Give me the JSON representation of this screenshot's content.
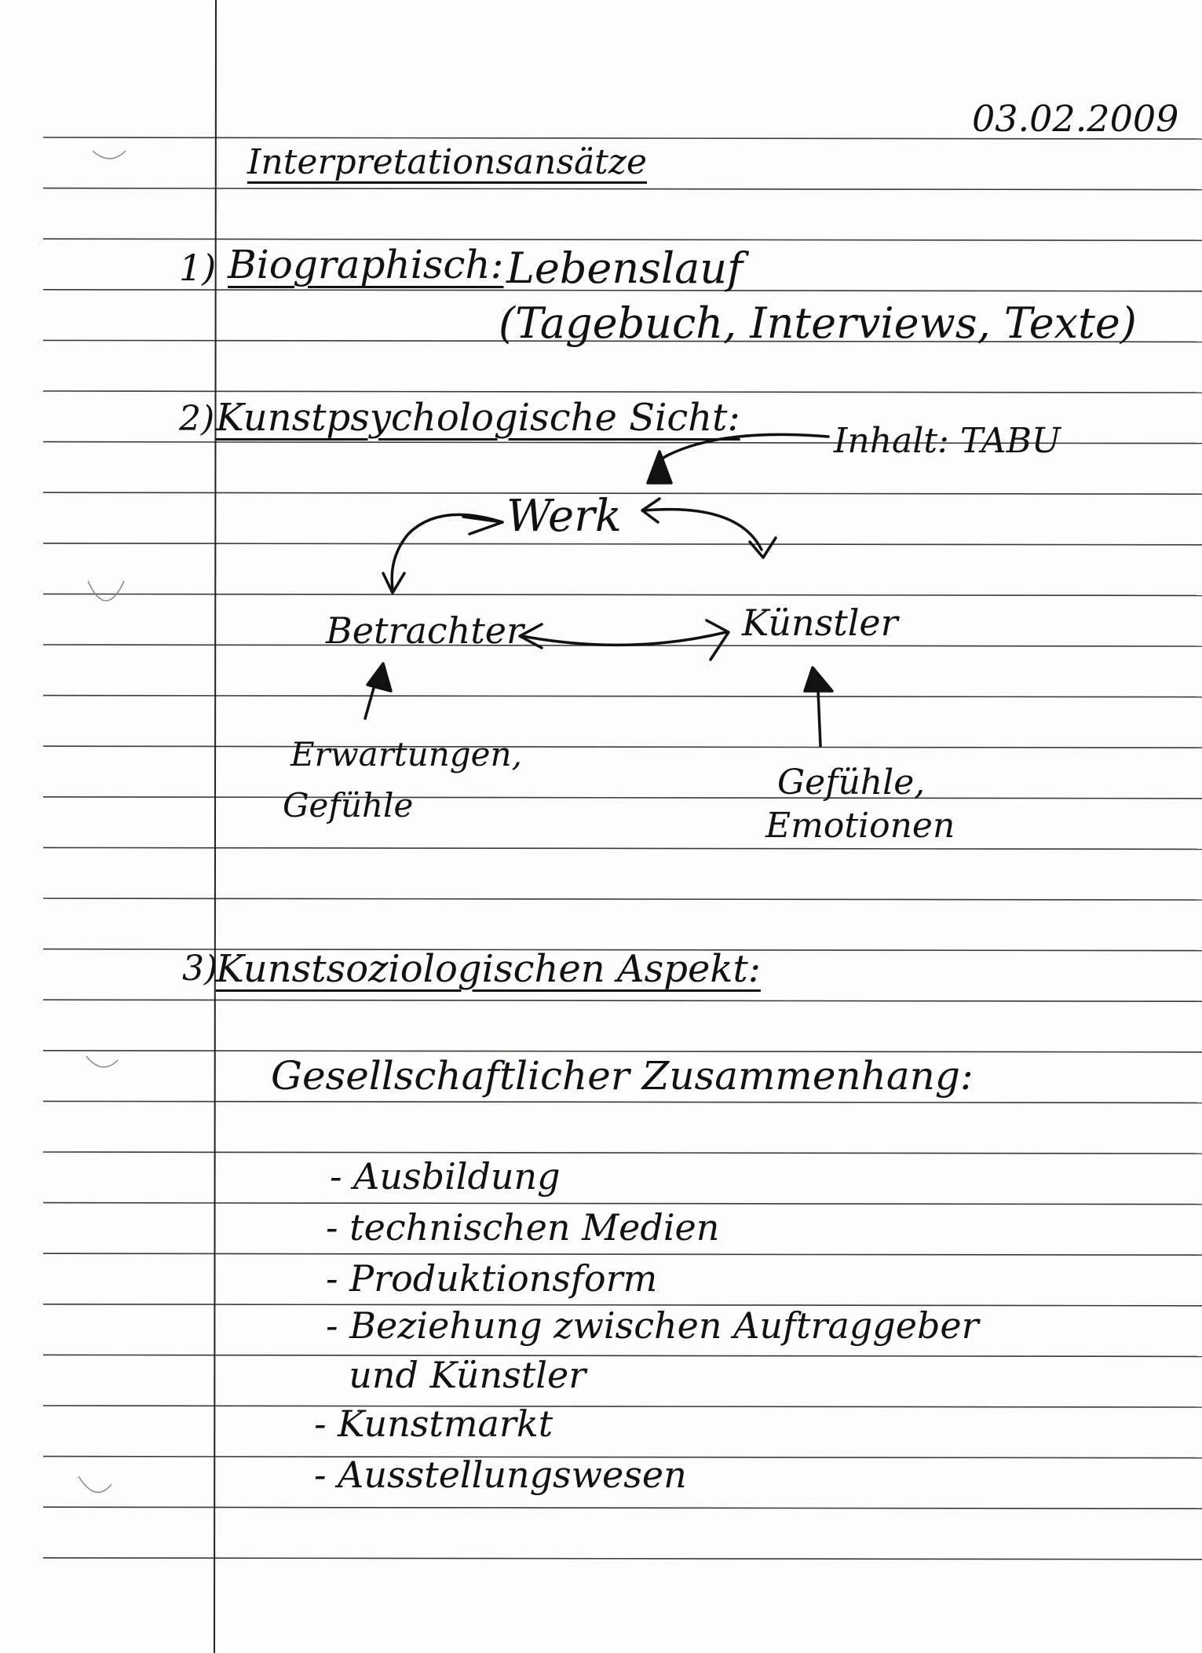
{
  "date": "03.02.2009",
  "title": "Interpretationsansätze",
  "section1": {
    "number": "1)",
    "heading": "Biographisch:",
    "line1": "Lebenslauf",
    "line2": "(Tagebuch, Interviews, Texte)"
  },
  "section2": {
    "number": "2)",
    "heading": "Kunstpsychologische Sicht:",
    "inhalt": "Inhalt: TABU",
    "werk": "Werk",
    "betrachter": "Betrachter",
    "kuenstler": "Künstler",
    "left_note_1": "Erwartungen,",
    "left_note_2": "Gefühle",
    "right_note_1": "Gefühle,",
    "right_note_2": "Emotionen"
  },
  "section3": {
    "number": "3)",
    "heading": "Kunstsoziologischen Aspekt:",
    "subheading": "Gesellschaftlicher Zusammenhang:",
    "items": [
      "- Ausbildung",
      "- technischen Medien",
      "- Produktionsform",
      "- Beziehung zwischen Auftraggeber",
      "  und Künstler",
      "- Kunstmarkt",
      "- Ausstellungswesen"
    ]
  }
}
